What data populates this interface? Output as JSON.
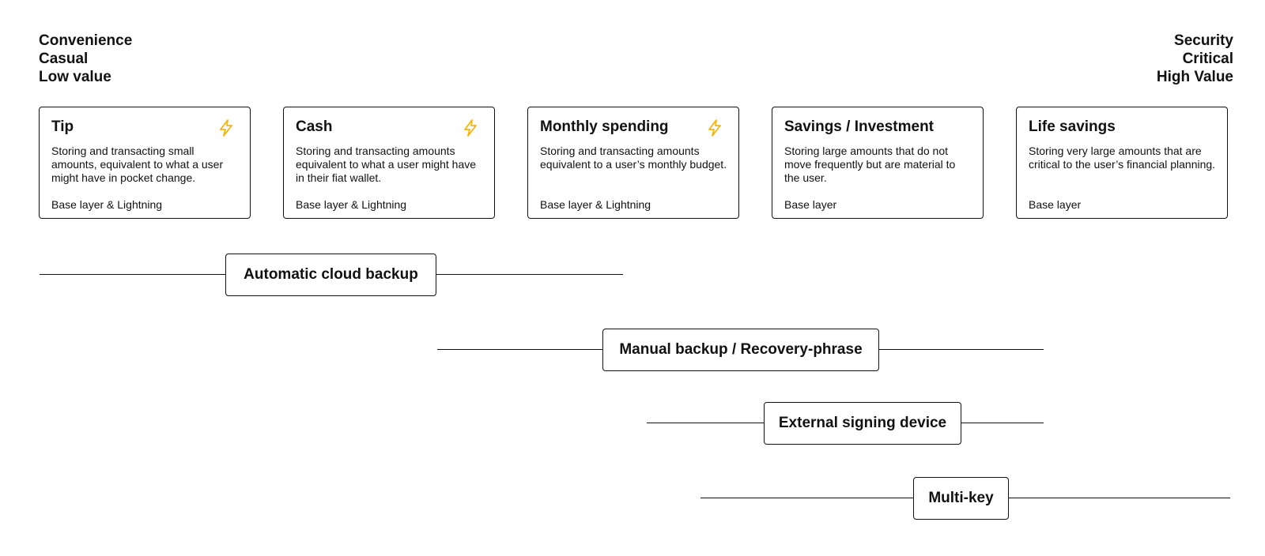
{
  "axis": {
    "left": [
      "Convenience",
      "Casual",
      "Low value"
    ],
    "right": [
      "Security",
      "Critical",
      "High Value"
    ]
  },
  "cards": [
    {
      "title": "Tip",
      "description": "Storing and transacting small amounts, equivalent to what a user might have in pocket change.",
      "layer": "Base layer & Lightning",
      "icon": "lightning-icon"
    },
    {
      "title": "Cash",
      "description": "Storing and transacting amounts equivalent to what a user might have in their fiat wallet.",
      "layer": "Base layer & Lightning",
      "icon": "lightning-icon"
    },
    {
      "title": "Monthly spending",
      "description": "Storing and transacting amounts equivalent to a user’s monthly budget.",
      "layer": "Base layer & Lightning",
      "icon": "lightning-icon"
    },
    {
      "title": "Savings / Investment",
      "description": "Storing large amounts that do not move frequently but are material to the user.",
      "layer": "Base layer"
    },
    {
      "title": "Life savings",
      "description": "Storing very large amounts that are critical to the user’s financial planning.",
      "layer": "Base layer"
    }
  ],
  "methods": [
    {
      "label": "Automatic cloud backup"
    },
    {
      "label": "Manual backup / Recovery-phrase"
    },
    {
      "label": "External signing device"
    },
    {
      "label": "Multi-key"
    }
  ],
  "colors": {
    "lightning": "#F5B50A",
    "stroke": "#111111"
  }
}
